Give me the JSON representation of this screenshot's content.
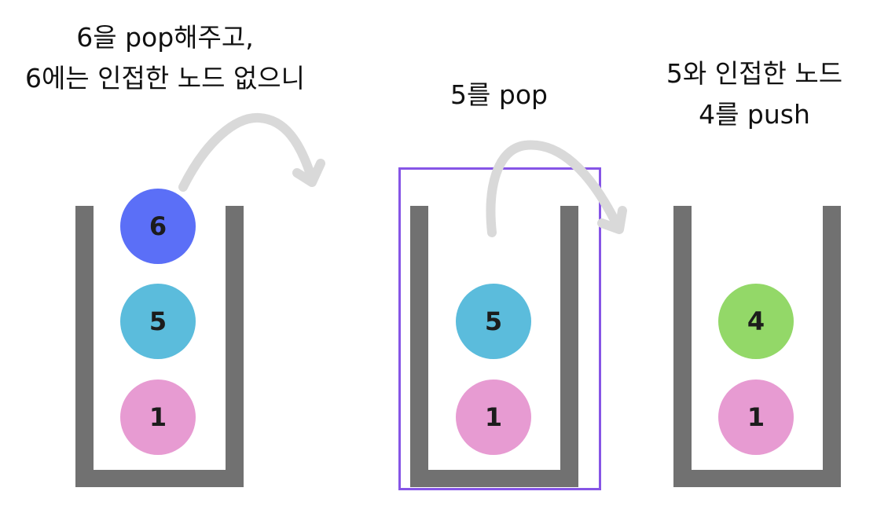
{
  "steps": [
    {
      "caption_lines": [
        "6을 pop해주고,",
        "6에는 인접한 노드 없으니"
      ],
      "stack": [
        {
          "label": "6",
          "color": "#5b6ff7"
        },
        {
          "label": "5",
          "color": "#5bbcdc"
        },
        {
          "label": "1",
          "color": "#e79bd2"
        }
      ]
    },
    {
      "caption_lines": [
        "5를 pop"
      ],
      "stack": [
        {
          "label": "5",
          "color": "#5bbcdc"
        },
        {
          "label": "1",
          "color": "#e79bd2"
        }
      ]
    },
    {
      "caption_lines": [
        "5와 인접한 노드",
        "4를 push"
      ],
      "stack": [
        {
          "label": "4",
          "color": "#93d868"
        },
        {
          "label": "1",
          "color": "#e79bd2"
        }
      ]
    }
  ],
  "colors": {
    "stack_wall": "#717171",
    "arrow": "#d9d9d9",
    "highlight": "#8655e6"
  }
}
